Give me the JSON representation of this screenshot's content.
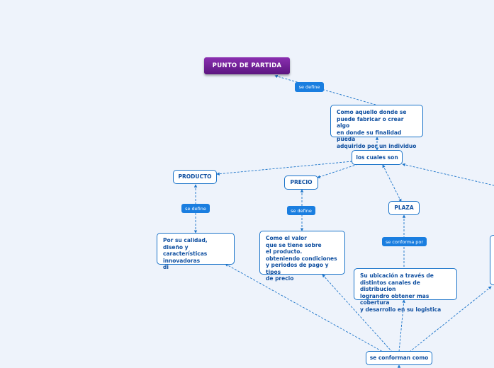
{
  "root": {
    "label": "PUNTO DE PARTIDA"
  },
  "tags": {
    "se_define_1": "se define",
    "se_define_2": "se define",
    "se_define_3": "se define",
    "se_conforma_por": "se conforma por"
  },
  "nodes": {
    "definicion": "Como aquello donde se\npuede fabricar o crear algo\nen donde su finalidad pueda\nadquirido por un individuo",
    "los_cuales_son": "los cuales son",
    "producto": "PRODUCTO",
    "precio": "PRECIO",
    "plaza": "PLAZA",
    "producto_desc": "Por su calidad,\ndiseño y características\ninnovadoras\ndi",
    "precio_desc": "Como el valor\nque se tiene sobre\nel producto.\nobteniendo condiciones\ny periodos de pago y tipos\nde precio",
    "plaza_desc": "Su ubicación a través de\ndistintos canales de distribucion\nlograndro obtener mas cobertura\ny desarrollo en su logistica",
    "se_conforman_como": "se conforman como"
  },
  "colors": {
    "accent": "#1a73c9",
    "root": "#6e1f96",
    "tag": "#1a7ee0",
    "background": "#eef3fb"
  }
}
